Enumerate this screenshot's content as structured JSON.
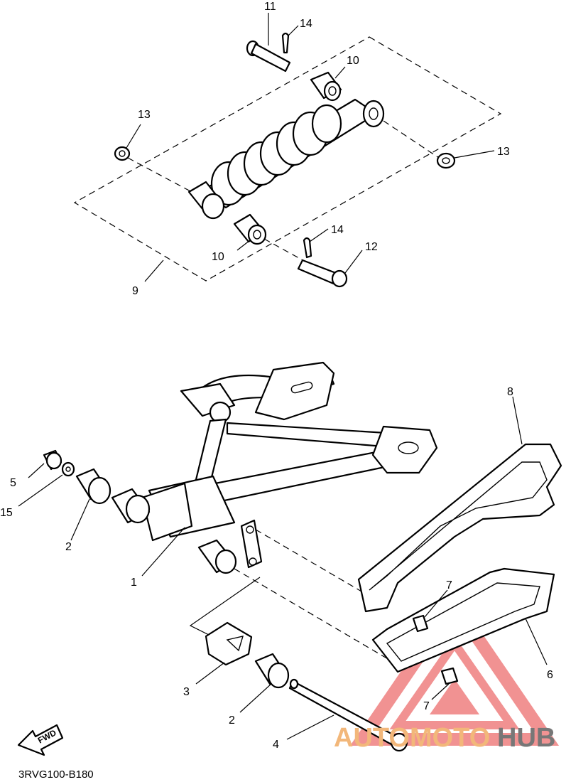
{
  "diagram": {
    "part_labels": [
      {
        "id": "l11",
        "text": "11"
      },
      {
        "id": "l14a",
        "text": "14"
      },
      {
        "id": "l10a",
        "text": "10"
      },
      {
        "id": "l13a",
        "text": "13"
      },
      {
        "id": "l13b",
        "text": "13"
      },
      {
        "id": "l14b",
        "text": "14"
      },
      {
        "id": "l12",
        "text": "12"
      },
      {
        "id": "l10b",
        "text": "10"
      },
      {
        "id": "l9",
        "text": "9"
      },
      {
        "id": "l8",
        "text": "8"
      },
      {
        "id": "l5",
        "text": "5"
      },
      {
        "id": "l15",
        "text": "15"
      },
      {
        "id": "l2a",
        "text": "2"
      },
      {
        "id": "l1",
        "text": "1"
      },
      {
        "id": "l7a",
        "text": "7"
      },
      {
        "id": "l6",
        "text": "6"
      },
      {
        "id": "l3",
        "text": "3"
      },
      {
        "id": "l2b",
        "text": "2"
      },
      {
        "id": "l7b",
        "text": "7"
      },
      {
        "id": "l4",
        "text": "4"
      }
    ],
    "direction_marker": "FWD",
    "drawing_code": "3RVG100-B180"
  },
  "watermark": {
    "part1": "AUTOMOTO",
    "part2": "HUB",
    "color_primary": "#f2b77a",
    "color_secondary": "#777777",
    "triangle_color": "#e63a3a"
  }
}
